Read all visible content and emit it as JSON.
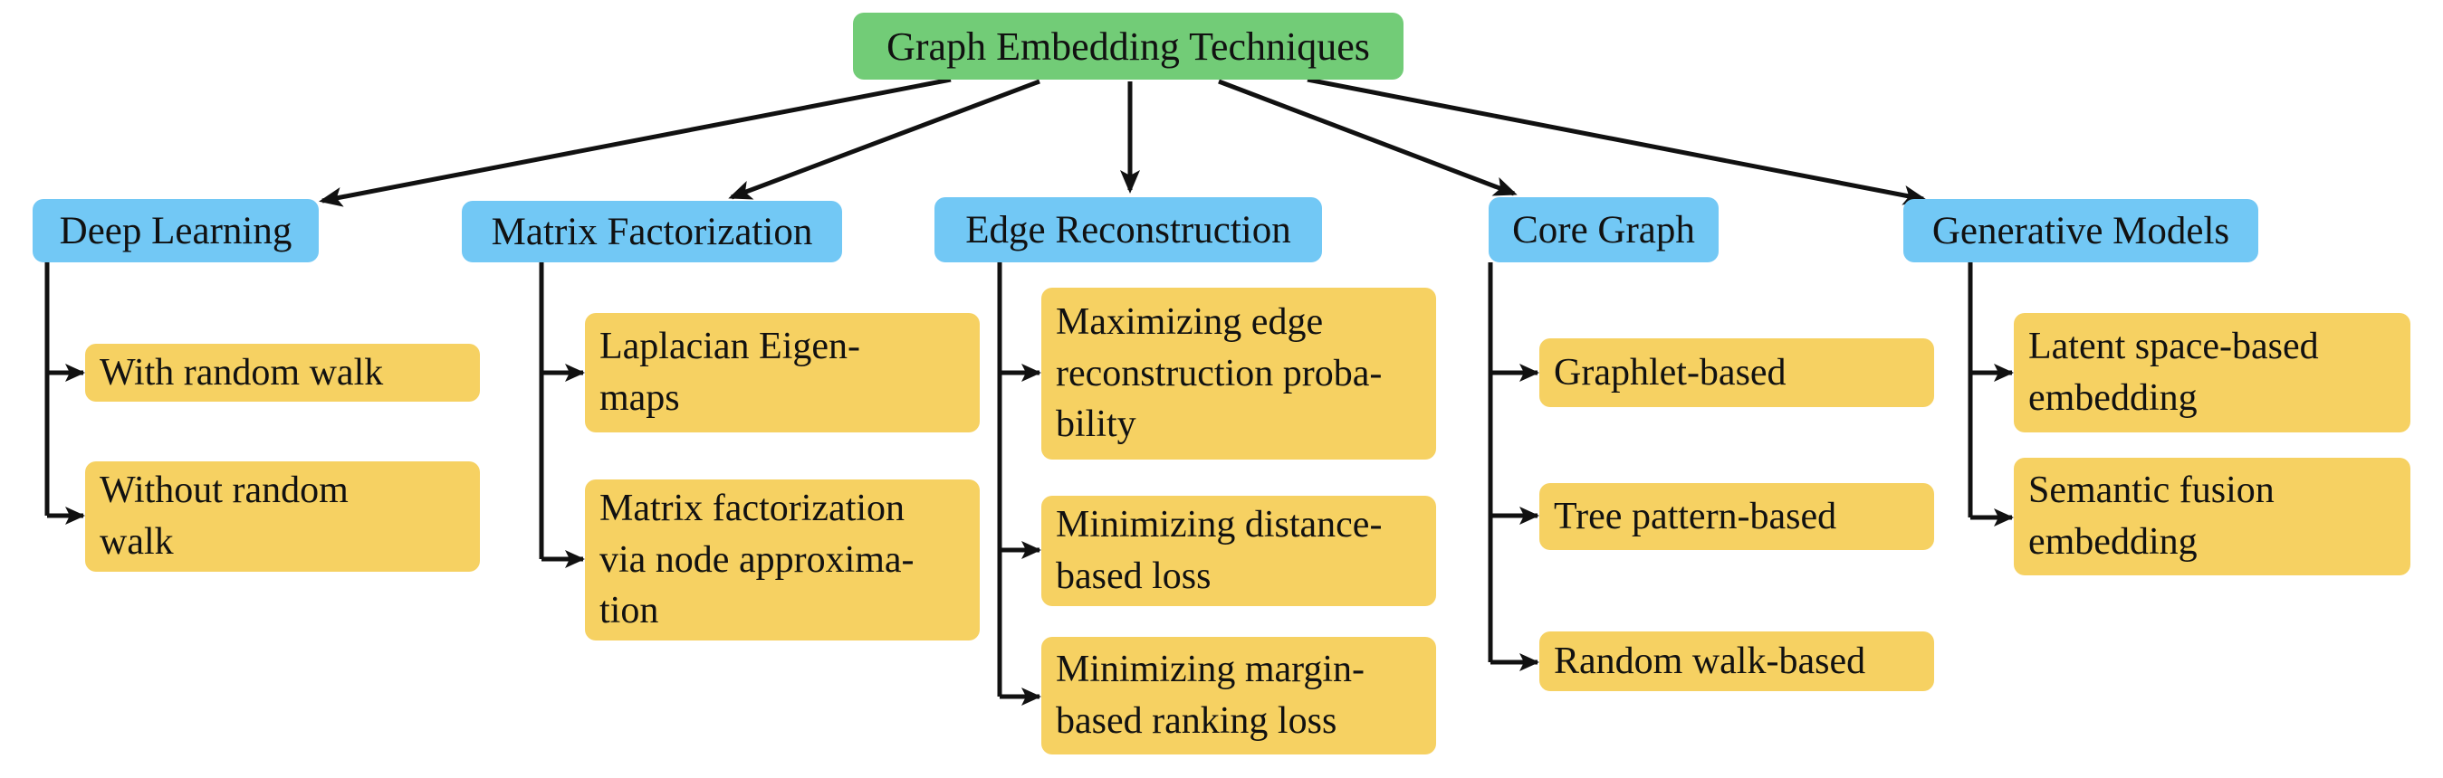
{
  "root": {
    "label": "Graph Embedding Techniques"
  },
  "categories": [
    {
      "label": "Deep Learning",
      "leaves": [
        {
          "lines": [
            "With random walk"
          ]
        },
        {
          "lines": [
            "Without random",
            "walk"
          ]
        }
      ]
    },
    {
      "label": "Matrix Factorization",
      "leaves": [
        {
          "lines": [
            "Laplacian Eigen-",
            "maps"
          ]
        },
        {
          "lines": [
            "Matrix factorization",
            "via node approxima-",
            "tion"
          ]
        }
      ]
    },
    {
      "label": "Edge Reconstruction",
      "leaves": [
        {
          "lines": [
            "Maximizing edge",
            "reconstruction proba-",
            "bility"
          ]
        },
        {
          "lines": [
            "Minimizing distance-",
            "based loss"
          ]
        },
        {
          "lines": [
            "Minimizing margin-",
            "based ranking loss"
          ]
        }
      ]
    },
    {
      "label": "Core Graph",
      "leaves": [
        {
          "lines": [
            "Graphlet-based"
          ]
        },
        {
          "lines": [
            "Tree pattern-based"
          ]
        },
        {
          "lines": [
            "Random walk-based"
          ]
        }
      ]
    },
    {
      "label": "Generative Models",
      "leaves": [
        {
          "lines": [
            "Latent space-based",
            "embedding"
          ]
        },
        {
          "lines": [
            "Semantic fusion",
            "embedding"
          ]
        }
      ]
    }
  ]
}
